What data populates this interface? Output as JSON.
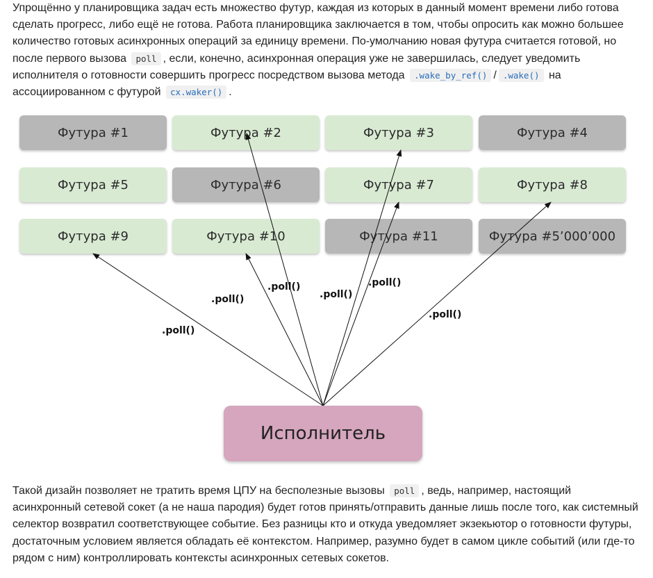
{
  "intro": {
    "t1": "Упрощённо у планировщика задач есть множество футур, каждая из которых в данный момент времени либо готова сделать прогресс, либо ещё не готова. Работа планировщика заключается в том, чтобы опросить как можно большее количество готовых асинхронных операций за единицу времени. По-умолчанию новая футура считается готовой, но после первого вызова",
    "code_poll": "poll",
    "t2": ", если, конечно, асинхронная операция уже не завершилась, следует уведомить исполнителя о готовности совершить прогресс посредством вызова метода",
    "code_wake_by_ref": ".wake_by_ref()",
    "slash": "/",
    "code_wake": ".wake()",
    "t3": "на ассоциированном с футурой",
    "code_waker": "cx.waker()",
    "t4": "."
  },
  "diagram": {
    "futures": [
      {
        "label": "Футура #1",
        "state": "pending"
      },
      {
        "label": "Футура #2",
        "state": "ready"
      },
      {
        "label": "Футура #3",
        "state": "ready"
      },
      {
        "label": "Футура #4",
        "state": "pending"
      },
      {
        "label": "Футура #5",
        "state": "ready"
      },
      {
        "label": "Футура #6",
        "state": "pending"
      },
      {
        "label": "Футура #7",
        "state": "ready"
      },
      {
        "label": "Футура #8",
        "state": "ready"
      },
      {
        "label": "Футура #9",
        "state": "ready"
      },
      {
        "label": "Футура #10",
        "state": "ready"
      },
      {
        "label": "Футура #11",
        "state": "pending"
      },
      {
        "label": "Футура #5’000’000",
        "state": "pending"
      }
    ],
    "executor_label": "Исполнитель",
    "arrows": [
      {
        "from": "executor",
        "to": "Футура #9",
        "label": ".poll()"
      },
      {
        "from": "executor",
        "to": "Футура #10",
        "label": ".poll()"
      },
      {
        "from": "executor",
        "to": "Футура #2",
        "label": ".poll()"
      },
      {
        "from": "executor",
        "to": "Футура #7",
        "label": ".poll()"
      },
      {
        "from": "executor",
        "to": "Футура #3",
        "label": ".poll()"
      },
      {
        "from": "executor",
        "to": "Футура #8",
        "label": ".poll()"
      }
    ],
    "colors": {
      "ready": "#d9ead3",
      "pending": "#b7b7b7",
      "executor": "#d5a6bd"
    }
  },
  "outro": {
    "t1": "Такой дизайн позволяет не тратить время ЦПУ на бесполезные вызовы",
    "code_poll": "poll",
    "t2": ", ведь, например, настоящий асинхронный сетевой сокет (а не наша пародия) будет готов принять/отправить данные лишь после того, как системный селектор возвратил соответствующее событие. Без разницы кто и откуда уведомляет экзекьютор о готовности футуры, достаточным условием является обладать её контекстом. Например, разумно будет в самом цикле событий (или где-то рядом с ним) контроллировать контексты асинхронных сетевых сокетов."
  }
}
